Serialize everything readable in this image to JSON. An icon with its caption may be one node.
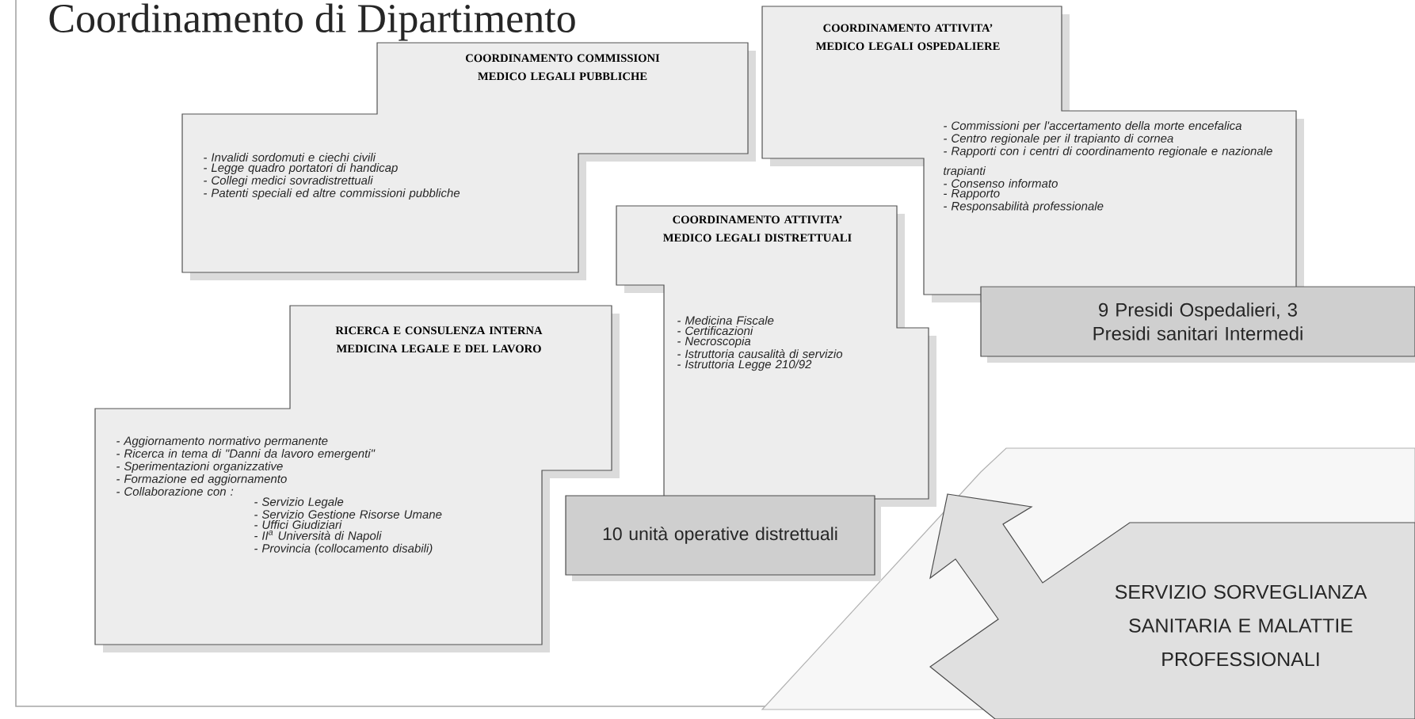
{
  "diagram": {
    "title": "Coordinamento di Dipartimento",
    "nodes": [
      {
        "text": [
          "COORDINAMENTO COMMISSIONI MEDICO LEGALI PUBBLICHE",
          "- Invalidi sordomuti e ciechi civili",
          "- Legge quadro portatori di handicap",
          "- Collegi medici sovradistrettuali",
          "- Patenti speciali ed altre commissioni pubbliche"
        ]
      },
      {
        "text": [
          "COORDINAMENTO ATTIVITA’ MEDICO LEGALI OSPEDALIERE",
          "- Commissioni per l'accertamento della morte encefalica",
          "- Centro regionale per il trapianto di cornea",
          "- Rapporti con i centri di coordinamento regionale e nazionale trapianti",
          "- Consenso informato",
          "- Rapporto",
          "- Responsabilità professionale"
        ]
      },
      {
        "text": [
          "9 Presidi Ospedalieri, 3 Presidi sanitari Intermedi"
        ]
      },
      {
        "text": [
          "COORDINAMENTO ATTIVITA’ MEDICO LEGALI DISTRETTUALI",
          "- Medicina Fiscale",
          "- Certificazioni",
          "- Necroscopia",
          "- Istruttoria causalità di servizio",
          "- Istruttoria Legge 210/92"
        ]
      },
      {
        "text": [
          "RICERCA E CONSULENZA INTERNA MEDICINA LEGALE E DEL LAVORO",
          "- Aggiornamento normativo permanente",
          "- Ricerca in tema di \"Danni da lavoro emergenti\"",
          "- Sperimentazioni organizzative",
          "- Formazione ed aggiornamento",
          "- Collaborazione con :",
          "- Servizio Legale",
          "- Servizio Gestione Risorse Umane",
          "- Uffici Giudiziari",
          "- II$^{a}$ Università di Napoli",
          "- Provincia (collocamento disabili)"
        ]
      },
      {
        "text": [
          "10 unità operative distrettuali"
        ]
      },
      {
        "text": [
          "SERVIZIO SORVEGLIANZA SANITARIA E MALATTIE PROFESSIONALI"
        ]
      }
    ]
  }
}
